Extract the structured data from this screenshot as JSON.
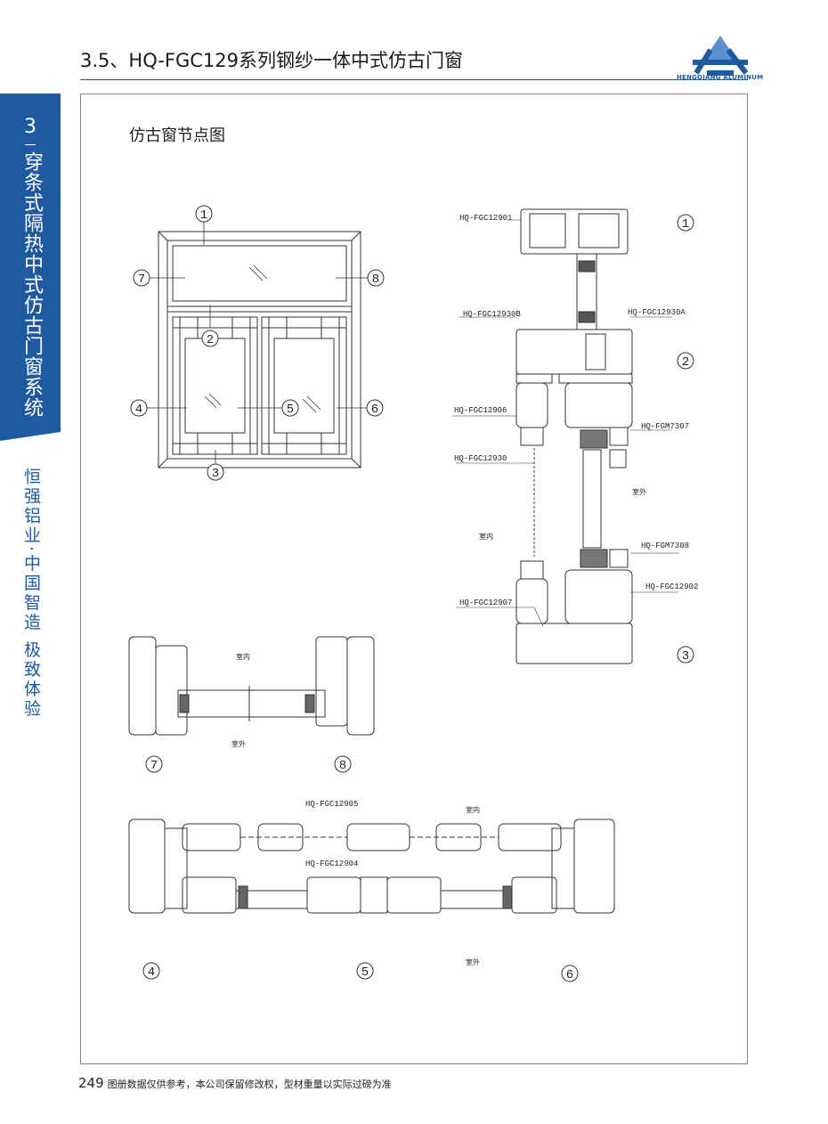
{
  "header": {
    "title": "3.5、HQ-FGC129系列钢纱一体中式仿古门窗",
    "logo_text": "HENGQIANG ALUMINUM",
    "brand_color": "#1f5aa0"
  },
  "sidebar": {
    "number": "3",
    "title": "穿条式隔热中式仿古门窗系统",
    "slogan": "恒强铝业·中国智造 极致体验"
  },
  "content": {
    "subtitle": "仿古窗节点图"
  },
  "elevation": {
    "markers": [
      "1",
      "2",
      "3",
      "4",
      "5",
      "6",
      "7",
      "8"
    ]
  },
  "vertical_section": {
    "labels": [
      "HQ-FGC12901",
      "HQ-FGC12930B",
      "HQ-FGC12930A",
      "HQ-FGC12906",
      "HQ-FGM7307",
      "HQ-FGC12930",
      "HQ-FGM7308",
      "HQ-FGC12902",
      "HQ-FGC12907"
    ],
    "indoor": "室内",
    "outdoor": "室外",
    "markers": [
      "1",
      "2",
      "3"
    ]
  },
  "section_78": {
    "indoor": "室内",
    "outdoor": "室外",
    "markers": [
      "7",
      "8"
    ]
  },
  "section_456": {
    "labels": [
      "HQ-FGC12905",
      "HQ-FGC12904"
    ],
    "indoor": "室内",
    "outdoor": "室外",
    "markers": [
      "4",
      "5",
      "6"
    ]
  },
  "footer": {
    "page": "249",
    "note": "图册数据仅供参考，本公司保留修改权，型材重量以实际过磅为准"
  }
}
